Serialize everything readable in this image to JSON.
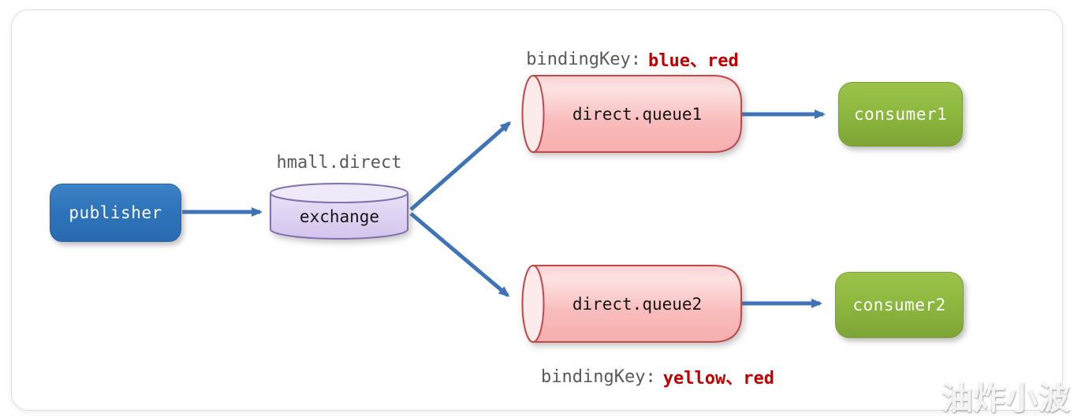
{
  "publisher": {
    "label": "publisher"
  },
  "exchange": {
    "title": "hmall.direct",
    "label": "exchange"
  },
  "queue1": {
    "label": "direct.queue1",
    "binding_prefix": "bindingKey:",
    "binding_keys": "blue、red"
  },
  "queue2": {
    "label": "direct.queue2",
    "binding_prefix": "bindingKey:",
    "binding_keys": "yellow、red"
  },
  "consumer1": {
    "label": "consumer1"
  },
  "consumer2": {
    "label": "consumer2"
  },
  "watermark": "油炸小波",
  "colors": {
    "publisher_blue": "#2e74ba",
    "consumer_green": "#8db93f",
    "exchange_fill": "#ddd1f0",
    "exchange_stroke": "#8172ae",
    "queue_fill": "#f9bcbc",
    "queue_stroke": "#c04a4a",
    "arrow_blue": "#3e74b6",
    "label_gray": "#595959",
    "binding_red": "#c00000"
  }
}
